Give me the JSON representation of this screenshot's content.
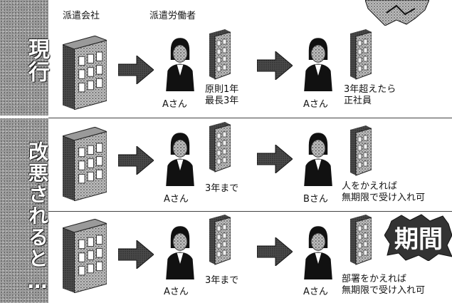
{
  "sidebar": {
    "current": "現行",
    "revised": "改悪されると…"
  },
  "header": {
    "agency": "派遣会社",
    "worker": "派遣労働者"
  },
  "rows": [
    {
      "person": "Aさん",
      "period": "原則1年\n最長3年",
      "person2": "Aさん",
      "outcome": "3年超えたら\n正社員"
    },
    {
      "person": "Aさん",
      "period": "3年まで",
      "person2": "Bさん",
      "outcome": "人をかえれば\n無期限で受け入れ可"
    },
    {
      "person": "Aさん",
      "period": "3年まで",
      "person2": "Aさん",
      "outcome": "部署をかえれば\n無期限で受け入れ可"
    }
  ],
  "badge": "期間"
}
